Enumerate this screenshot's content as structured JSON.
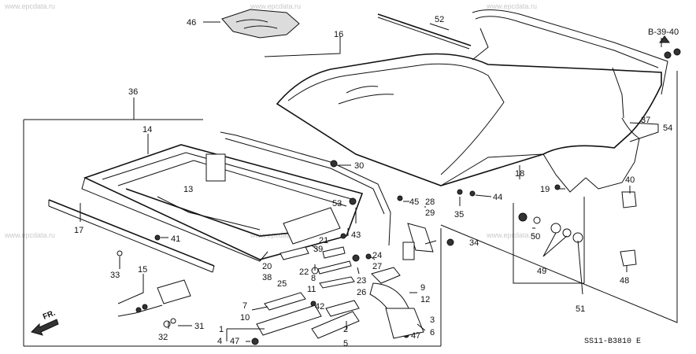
{
  "diagram_code": "SS11-B3810 E",
  "direction_label": "FR.",
  "ref_label": "B-39-40",
  "watermarks": [
    "www.epcdata.ru",
    "www.epcdata.ru",
    "www.epcdata.ru",
    "www.epcdata.ru",
    "www.epcdata.ru",
    "www.epcdata.ru"
  ],
  "callouts": [
    "46",
    "52",
    "16",
    "36",
    "14",
    "30",
    "13",
    "17",
    "41",
    "33",
    "15",
    "31",
    "32",
    "53",
    "45",
    "28",
    "29",
    "35",
    "44",
    "19",
    "18",
    "37",
    "54",
    "40",
    "50",
    "49",
    "51",
    "48",
    "43",
    "21",
    "39",
    "22",
    "20",
    "38",
    "25",
    "8",
    "11",
    "23",
    "26",
    "24",
    "27",
    "34",
    "9",
    "12",
    "7",
    "10",
    "42",
    "2",
    "5",
    "3",
    "6",
    "47",
    "1",
    "4"
  ]
}
